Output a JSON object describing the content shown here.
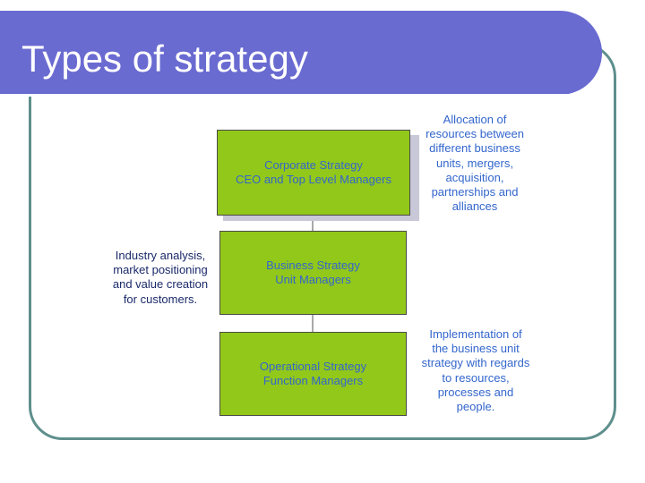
{
  "title": "Types of strategy",
  "boxes": [
    {
      "line1": "Corporate Strategy",
      "line2": "CEO and Top Level Managers"
    },
    {
      "line1": "Business Strategy",
      "line2": "Unit Managers"
    },
    {
      "line1": "Operational Strategy",
      "line2": "Function Managers"
    }
  ],
  "notes": {
    "corporate": "Allocation of\nresources  between\ndifferent business\nunits, mergers,\nacquisition,\npartnerships and\nalliances",
    "business": "Industry analysis,\nmarket positioning\nand value creation\nfor customers.",
    "operational": "Implementation of\nthe business unit\nstrategy with regards\nto resources,\nprocesses and\npeople."
  },
  "colors": {
    "title_bar": "#6a6bd1",
    "frame": "#5e8f8c",
    "box_fill": "#92c81a",
    "box_text": "#3366cc",
    "note_text": "#3366cc",
    "business_note_text": "#1a2a6a"
  }
}
